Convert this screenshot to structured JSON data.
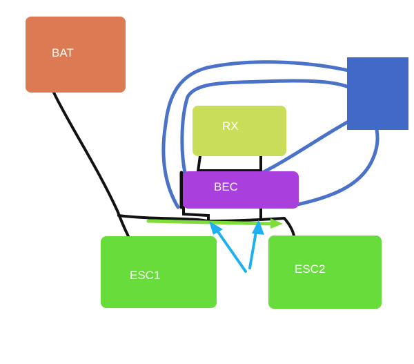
{
  "blocks": {
    "bat": {
      "label": "BAT",
      "color": "#dc7b53"
    },
    "rx": {
      "label": "RX",
      "color": "#cadd58"
    },
    "bec": {
      "label": "BEC",
      "color": "#a940de"
    },
    "esc1": {
      "label": "ESC1",
      "color": "#67dc3a"
    },
    "esc2": {
      "label": "ESC2",
      "color": "#67dc3a"
    },
    "unlabeled_block": {
      "color": "#4169c8"
    }
  },
  "wire_colors": {
    "black": "#111111",
    "blue": "#4a72c8",
    "green": "#7fdd3a",
    "arrow": "#1fb0f0"
  }
}
